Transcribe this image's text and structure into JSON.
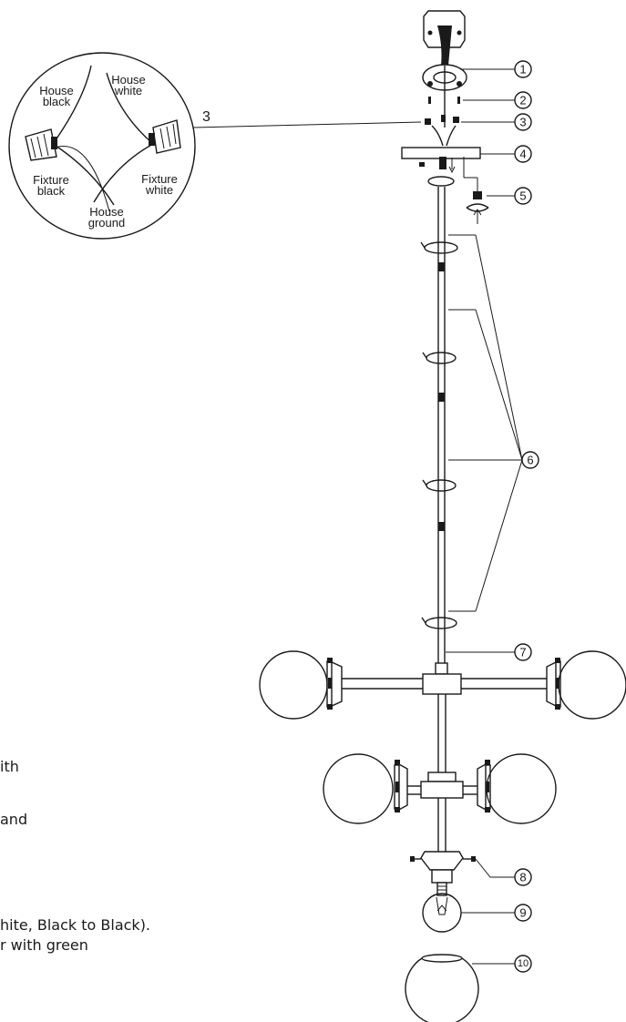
{
  "callouts": {
    "c1": "1",
    "c2": "2",
    "c3": "3",
    "c4": "4",
    "c5": "5",
    "c6": "6",
    "c7": "7",
    "c8": "8",
    "c9": "9",
    "c10": "10"
  },
  "inset": {
    "step_label": "3",
    "house_black": [
      "House",
      "black"
    ],
    "house_white": [
      "House",
      "white"
    ],
    "fixture_black": [
      "Fixture",
      "black"
    ],
    "fixture_white": [
      "Fixture",
      "white"
    ],
    "house_ground": [
      "House",
      "ground"
    ]
  },
  "instructions": {
    "line1": "ith",
    "line2": "and",
    "line3": "hite, Black to Black).",
    "line4": "r with green"
  }
}
